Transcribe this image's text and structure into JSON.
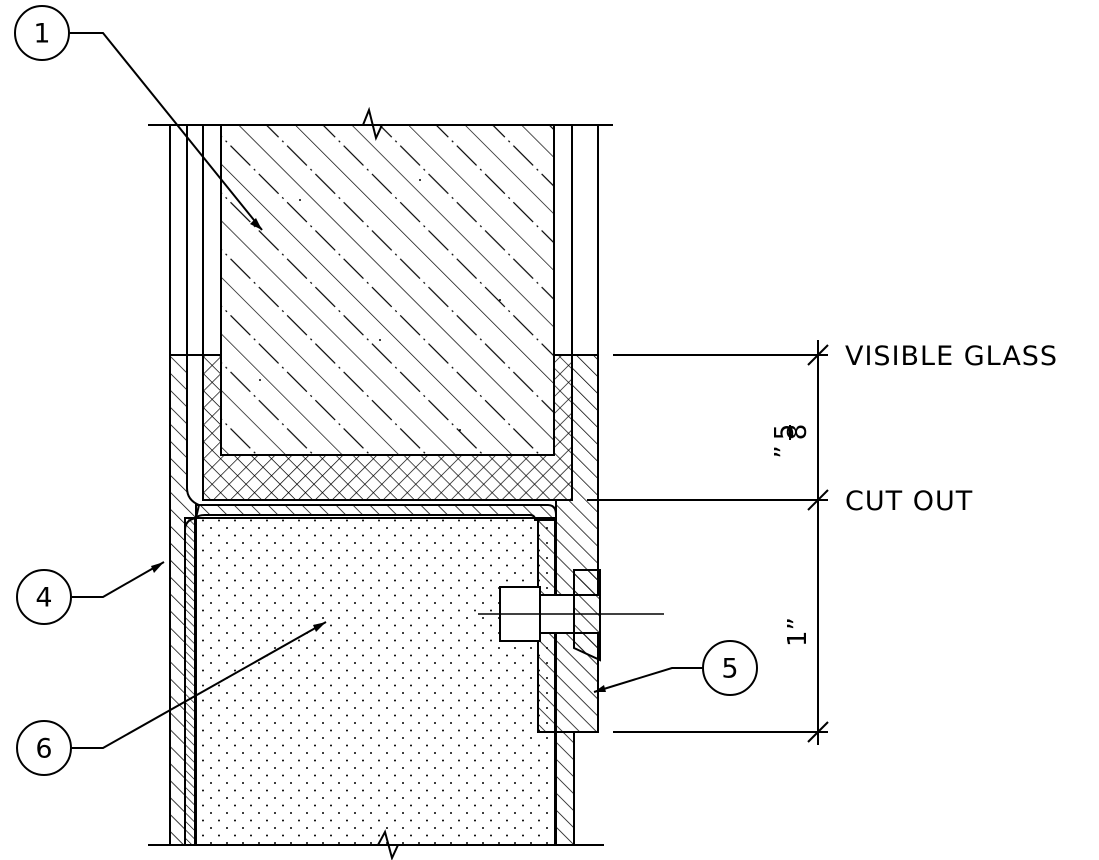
{
  "callouts": [
    {
      "id": "1"
    },
    {
      "id": "4"
    },
    {
      "id": "5"
    },
    {
      "id": "6"
    }
  ],
  "labels": {
    "visible_glass": "VISIBLE GLASS",
    "cut_out": "CUT OUT"
  },
  "dimensions": {
    "upper": "5”/8",
    "upper_numerator": "5",
    "upper_denominator": "8",
    "upper_inch_mark": "”",
    "lower": "1”"
  }
}
